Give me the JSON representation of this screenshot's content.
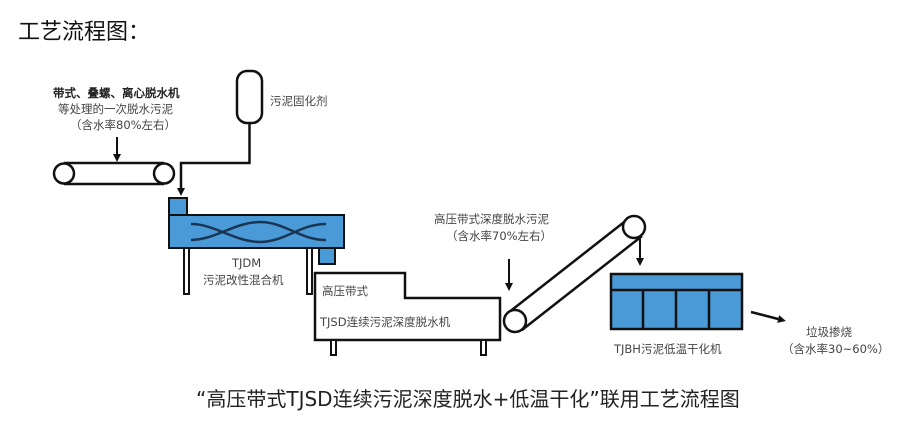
{
  "page": {
    "title": "工艺流程图："
  },
  "colors": {
    "equipment_fill": "#4a9ad8",
    "stroke": "#111111",
    "text": "#444444"
  },
  "diagram": {
    "input_sludge": {
      "line1": "带式、叠螺、离心脱水机",
      "line2": "等处理的一次脱水污泥",
      "line3": "（含水率80%左右）"
    },
    "solidifier": {
      "label": "污泥固化剂"
    },
    "mixer": {
      "model": "TJDM",
      "name": "污泥改性混合机"
    },
    "dewatering_machine": {
      "line1": "高压带式",
      "line2": "TJSD连续污泥深度脱水机"
    },
    "dewatered_sludge": {
      "line1": "高压带式深度脱水污泥",
      "line2": "（含水率70%左右）"
    },
    "dryer": {
      "name": "TJBH污泥低温干化机"
    },
    "output": {
      "line1": "垃圾掺烧",
      "line2": "（含水率30~60%）"
    }
  },
  "caption": "“高压带式TJSD连续污泥深度脱水+低温干化”联用工艺流程图"
}
